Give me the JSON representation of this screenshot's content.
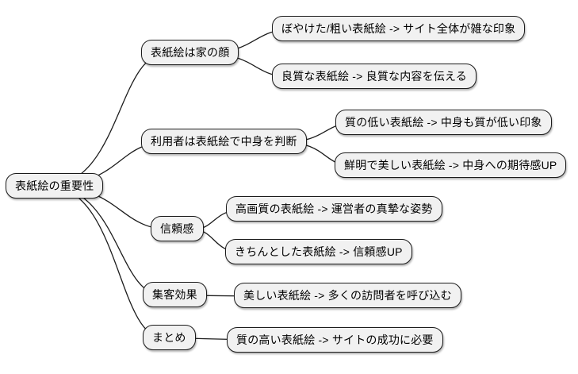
{
  "diagram": {
    "type": "mindmap",
    "background_color": "#ffffff",
    "node_fill_color": "#f1f1f1",
    "node_border_color": "#1b1b1b",
    "edge_color": "#1c1c1c",
    "root": {
      "label": "表紙絵の重要性"
    },
    "branches": [
      {
        "label": "表紙絵は家の顔",
        "children": [
          {
            "label": "ぼやけた/粗い表紙絵 -> サイト全体が雑な印象"
          },
          {
            "label": "良質な表紙絵 -> 良質な内容を伝える"
          }
        ]
      },
      {
        "label": "利用者は表紙絵で中身を判断",
        "children": [
          {
            "label": "質の低い表紙絵 -> 中身も質が低い印象"
          },
          {
            "label": "鮮明で美しい表紙絵 -> 中身への期待感UP"
          }
        ]
      },
      {
        "label": "信頼感",
        "children": [
          {
            "label": "高画質の表紙絵 -> 運営者の真摯な姿勢"
          },
          {
            "label": "きちんとした表紙絵 -> 信頼感UP"
          }
        ]
      },
      {
        "label": "集客効果",
        "children": [
          {
            "label": "美しい表紙絵 -> 多くの訪問者を呼び込む"
          }
        ]
      },
      {
        "label": "まとめ",
        "children": [
          {
            "label": "質の高い表紙絵 -> サイトの成功に必要"
          }
        ]
      }
    ]
  }
}
